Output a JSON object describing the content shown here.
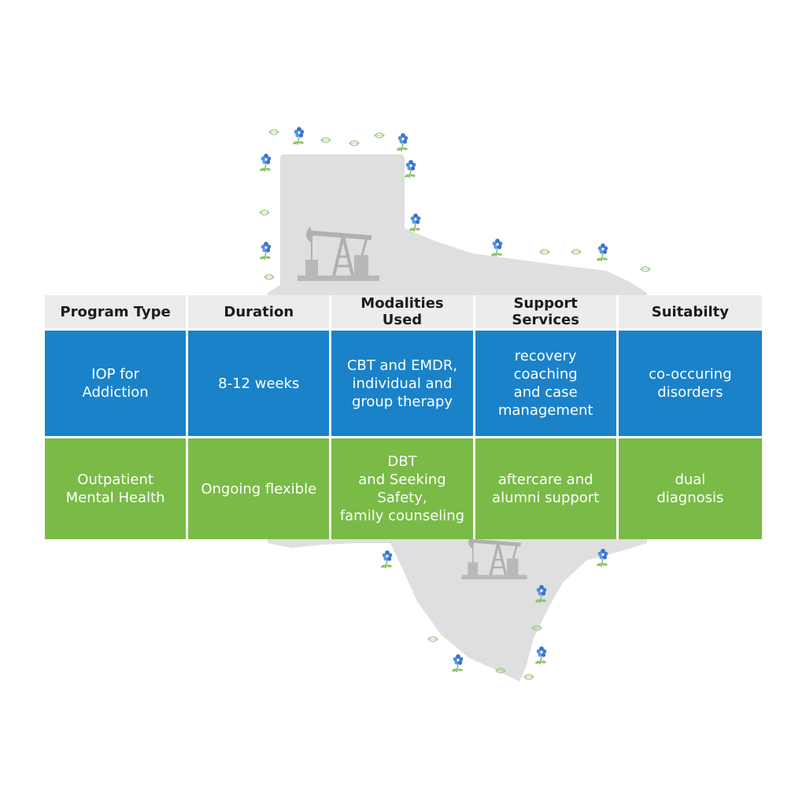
{
  "colors": {
    "header_bg": "#ececec",
    "row_blue": "#1a82c9",
    "row_green": "#7aba47",
    "map_gray": "#d9d9d9",
    "flower_blue": "#3d7fd4",
    "leaf_green": "#7fb55a"
  },
  "icons": [
    "texas-map-icon",
    "oil-pumpjack-icon",
    "bluebonnet-flower-icon"
  ],
  "table": {
    "headers": [
      "Program Type",
      "Duration",
      "Modalities Used",
      "Support Services",
      "Suitabilty"
    ],
    "rows": [
      {
        "color": "#1a82c9",
        "cells": [
          "IOP for\nAddiction",
          "8-12 weeks",
          "CBT and EMDR,\nindividual and\ngroup therapy",
          "recovery coaching\nand case\nmanagement",
          "co-occuring\ndisorders"
        ]
      },
      {
        "color": "#7aba47",
        "cells": [
          "Outpatient\nMental Health",
          "Ongoing flexible",
          "DBT\nand Seeking Safety,\nfamily counseling",
          "aftercare and\nalumni support",
          "dual\ndiagnosis"
        ]
      }
    ]
  }
}
